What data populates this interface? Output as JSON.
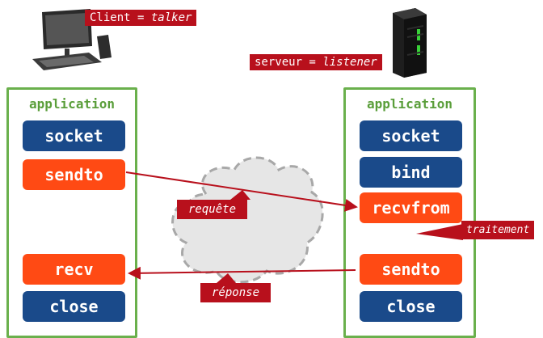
{
  "client_label": {
    "prefix": "Client = ",
    "role": "talker"
  },
  "server_label": {
    "prefix": "serveur = ",
    "role": "listener"
  },
  "left_panel": {
    "title": "application",
    "steps": [
      "socket",
      "sendto",
      "recv",
      "close"
    ]
  },
  "right_panel": {
    "title": "application",
    "steps": [
      "socket",
      "bind",
      "recvfrom",
      "sendto",
      "close"
    ]
  },
  "messages": {
    "request": "requête",
    "response": "réponse",
    "processing": "traitement"
  },
  "colors": {
    "panel_border": "#6ab04c",
    "blue_box": "#1a4a8a",
    "orange_box": "#ff4a14",
    "tag": "#b8101c",
    "cloud": "#e6e6e6"
  },
  "icons": [
    "computer-icon",
    "server-icon",
    "cloud-icon"
  ]
}
